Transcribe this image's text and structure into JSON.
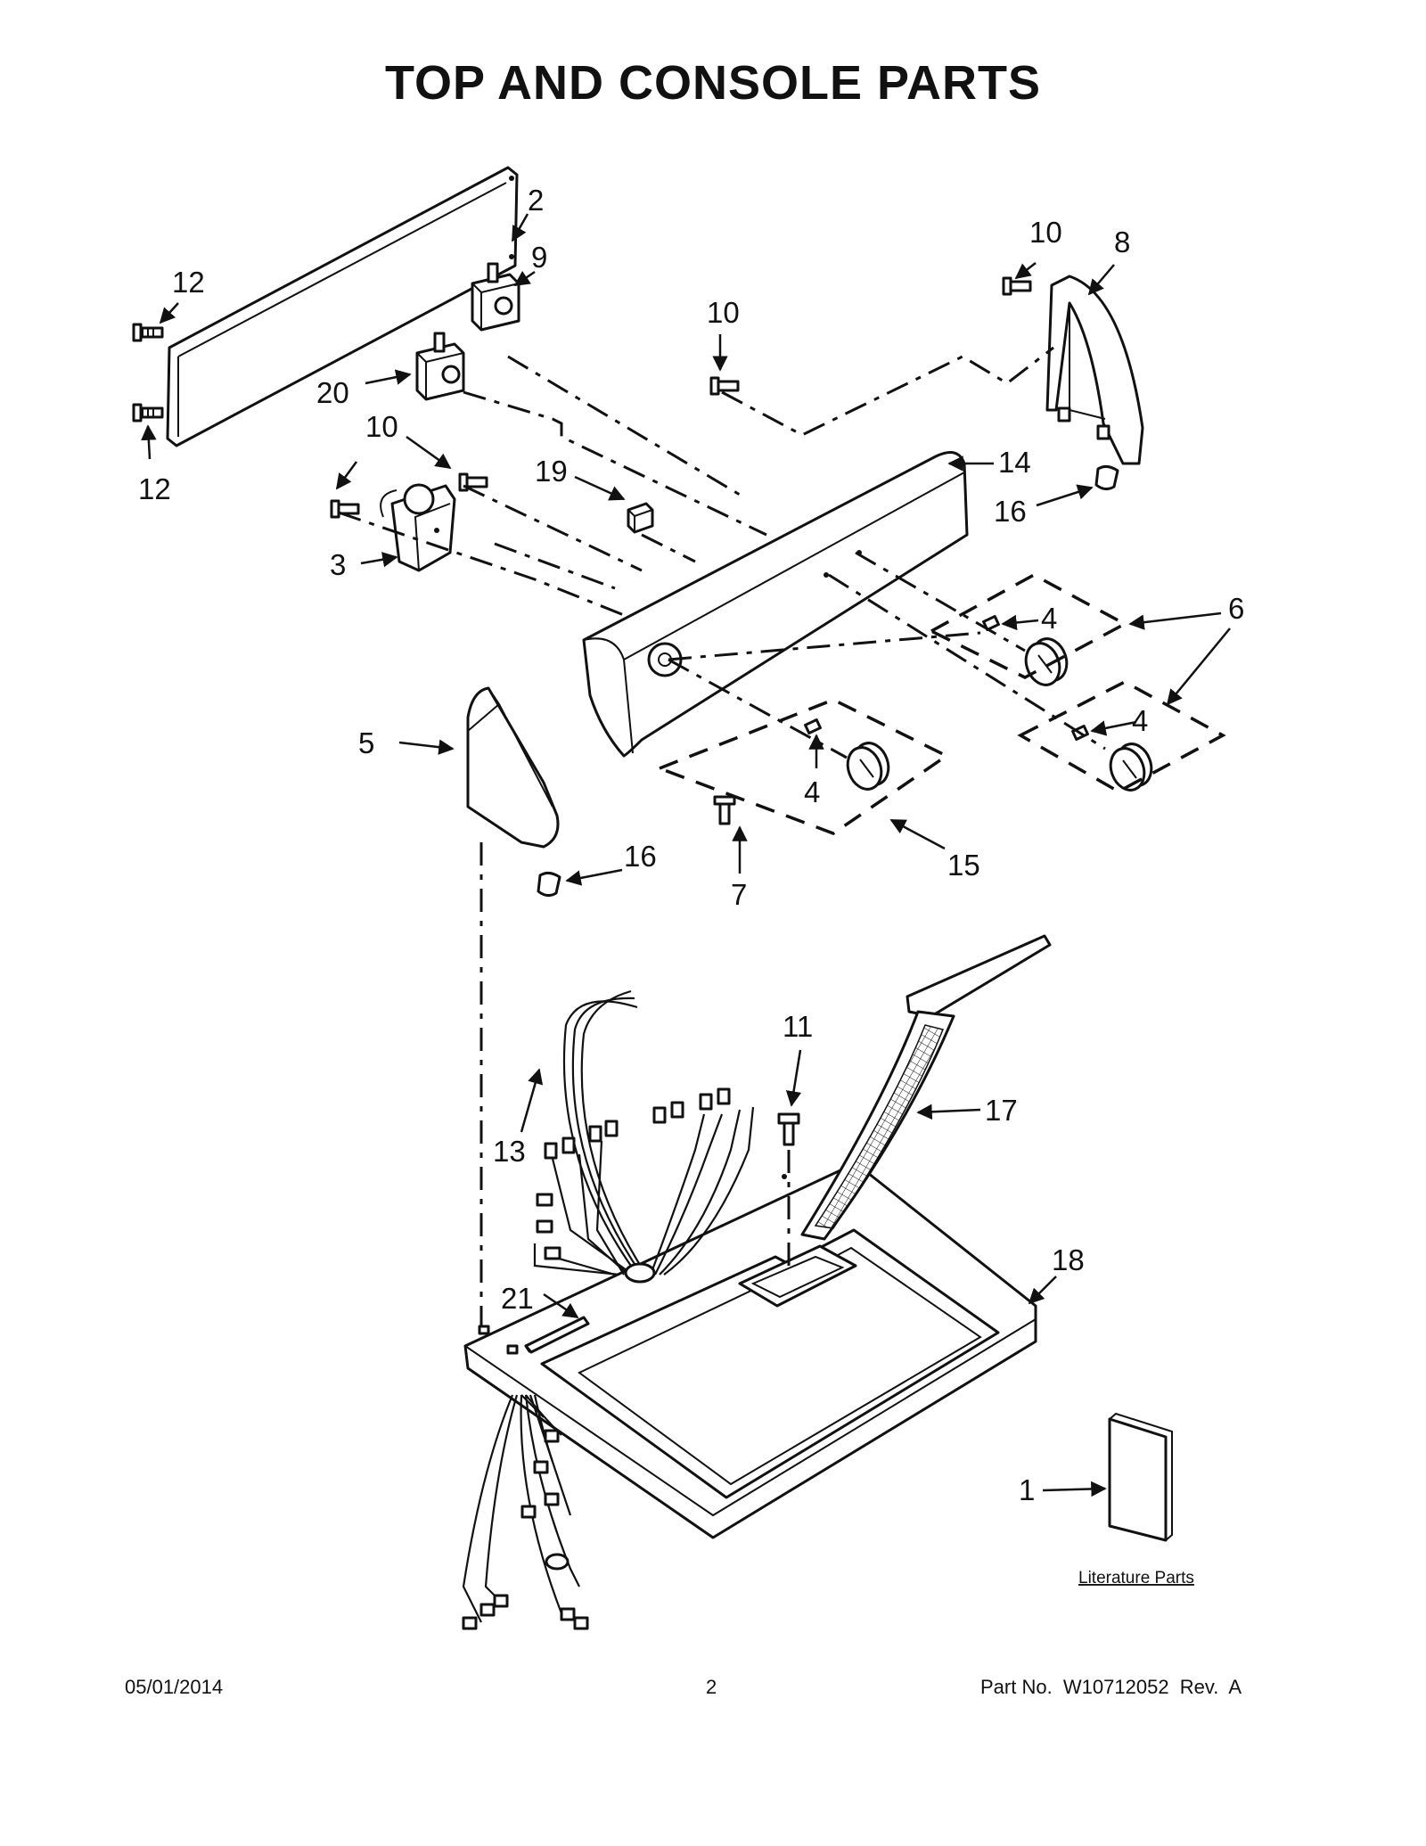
{
  "page": {
    "title": "TOP AND CONSOLE PARTS",
    "date": "05/01/2014",
    "page_number": "2",
    "part_number": "Part No.  W10712052  Rev.  A"
  },
  "callouts": {
    "c1": "1",
    "c2": "2",
    "c3": "3",
    "c4a": "4",
    "c4b": "4",
    "c4c": "4",
    "c5": "5",
    "c6": "6",
    "c7": "7",
    "c8": "8",
    "c9": "9",
    "c10a": "10",
    "c10b": "10",
    "c10c": "10",
    "c11": "11",
    "c12a": "12",
    "c12b": "12",
    "c13": "13",
    "c14": "14",
    "c15": "15",
    "c16a": "16",
    "c16b": "16",
    "c17": "17",
    "c18": "18",
    "c19": "19",
    "c20": "20",
    "c21": "21"
  },
  "literature": {
    "label": "Literature Parts"
  }
}
